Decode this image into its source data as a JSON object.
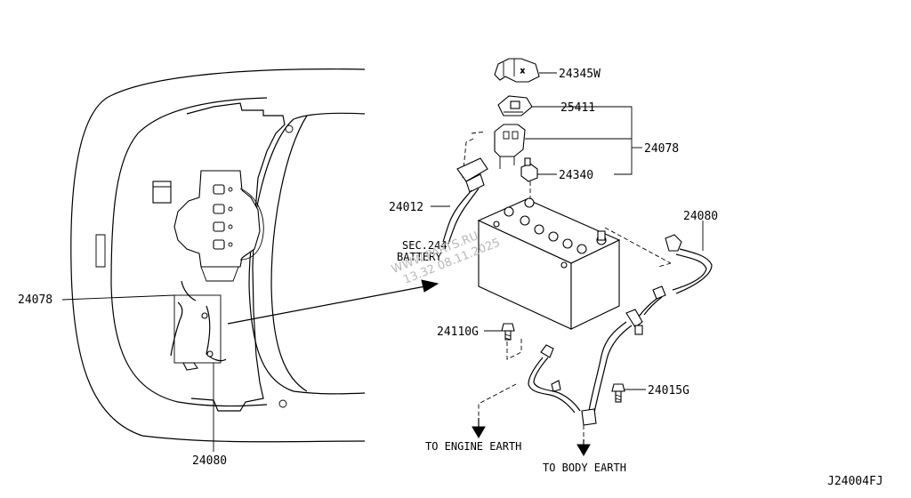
{
  "part_labels": {
    "p24345w": "24345W",
    "p25411": "25411",
    "p24078_right": "24078",
    "p24340": "24340",
    "p24012": "24012",
    "p24080_right": "24080",
    "p24110g": "24110G",
    "p24015g": "24015G",
    "p24078_left": "24078",
    "p24080_left": "24080"
  },
  "battery_note": {
    "line1": "SEC.244",
    "line2": "BATTERY"
  },
  "earth_labels": {
    "engine": "TO ENGINE EARTH",
    "body": "TO BODY EARTH"
  },
  "diagram_code": "J24004FJ",
  "watermark": {
    "line1": "WWW.PARTS.RU",
    "line2": "13.32 08.11.2025"
  }
}
